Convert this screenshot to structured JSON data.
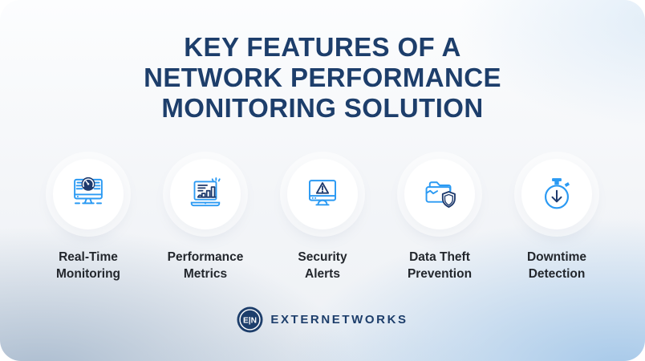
{
  "header": {
    "title_line1": "KEY FEATURES OF A",
    "title_line2": "NETWORK PERFORMANCE",
    "title_line3": "MONITORING SOLUTION"
  },
  "features": [
    {
      "line1": "Real-Time",
      "line2": "Monitoring",
      "icon": "realtime-monitoring-icon"
    },
    {
      "line1": "Performance",
      "line2": "Metrics",
      "icon": "performance-metrics-icon"
    },
    {
      "line1": "Security",
      "line2": "Alerts",
      "icon": "security-alerts-icon"
    },
    {
      "line1": "Data Theft",
      "line2": "Prevention",
      "icon": "data-theft-prevention-icon"
    },
    {
      "line1": "Downtime",
      "line2": "Detection",
      "icon": "downtime-detection-icon"
    }
  ],
  "logo": {
    "badge_text": "E|N",
    "brand": "EXTERNETWORKS"
  },
  "colors": {
    "title_navy": "#1d3e6b",
    "icon_light_blue": "#2b9af3",
    "icon_navy": "#1e3a6d",
    "label_dark": "#23272d",
    "card_blue_edge": "#bcd3e8",
    "card_gray_edge": "#b4c3d3"
  }
}
